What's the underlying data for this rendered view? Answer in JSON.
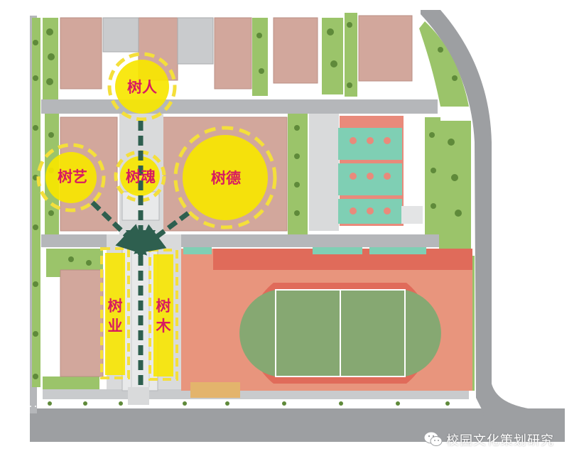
{
  "map": {
    "colors": {
      "road": "#9d9fa2",
      "road_edge": "#c9cbcd",
      "building": "#d2a79c",
      "building_edge": "#b98f85",
      "green": "#9bc46a",
      "green_dark": "#5f8a3a",
      "track": "#e8957d",
      "field": "#86a872",
      "court": "#7fcfb4",
      "highlight": "#f7e600",
      "highlight_ring": "#f4df3b",
      "path_arrow": "#2e5f4f",
      "label": "#d81b60"
    },
    "zones": [
      {
        "id": "shuren",
        "label": "树人",
        "shape": "circle"
      },
      {
        "id": "shuyi",
        "label": "树艺",
        "shape": "circle"
      },
      {
        "id": "shuhun",
        "label": "树魂",
        "shape": "circle"
      },
      {
        "id": "shude",
        "label": "树德",
        "shape": "circle"
      },
      {
        "id": "shuye",
        "label_top": "树",
        "label_bottom": "业",
        "shape": "rect"
      },
      {
        "id": "shumu",
        "label_top": "树",
        "label_bottom": "木",
        "shape": "rect"
      }
    ],
    "watermark": {
      "text": "校园文化策划研究",
      "icon": "wechat-icon"
    }
  }
}
